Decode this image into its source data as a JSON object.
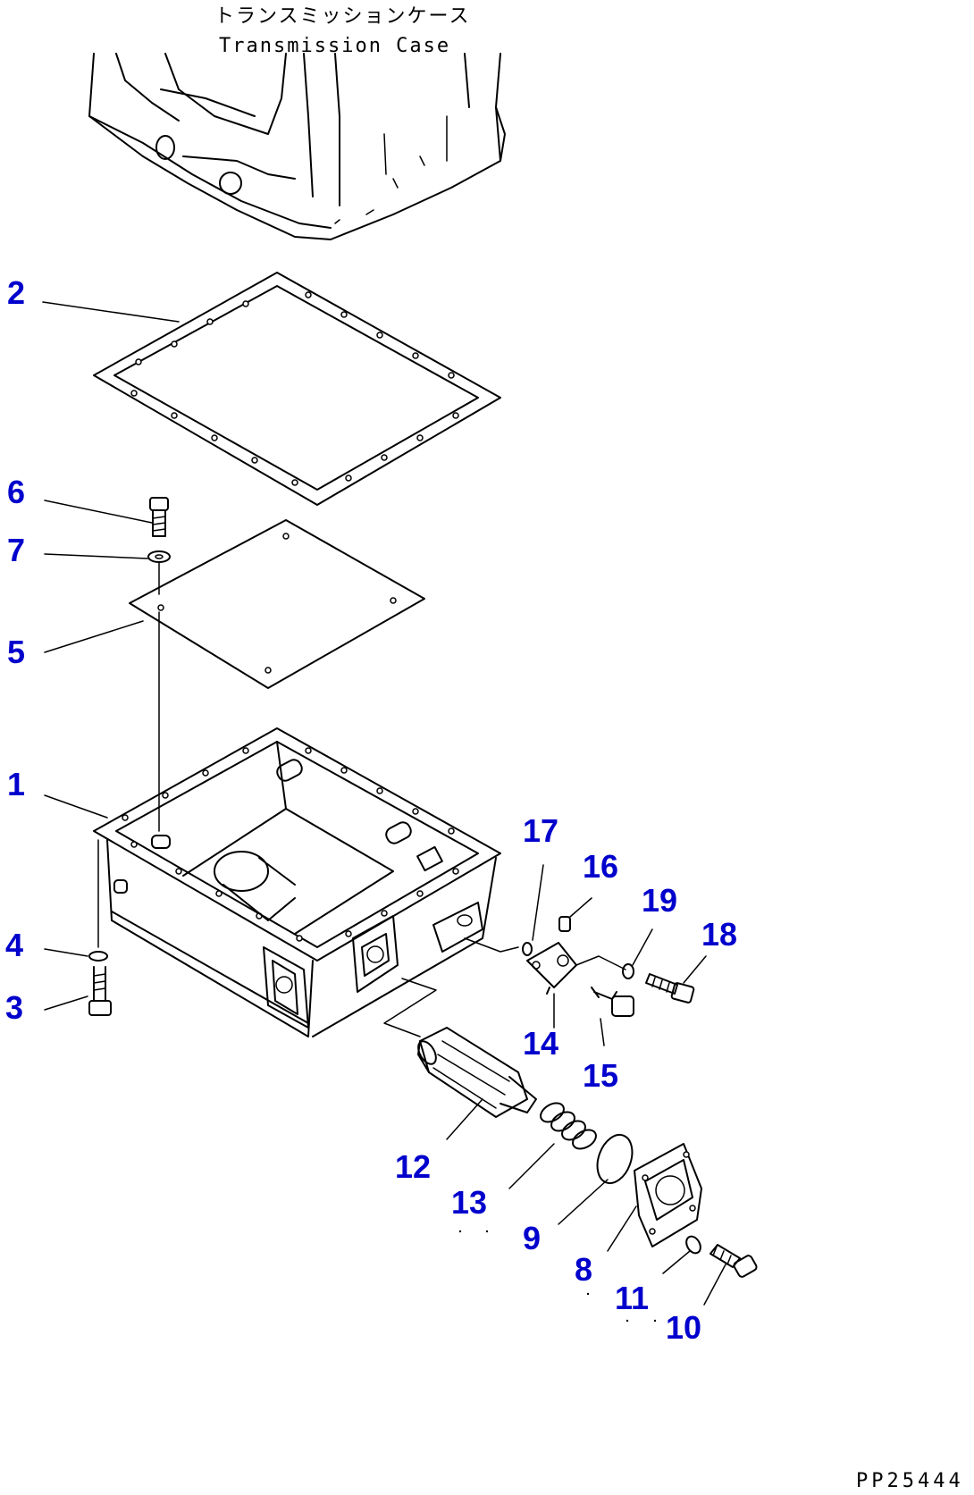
{
  "title_jp": "トランスミッションケース",
  "title_en": "Transmission Case",
  "drawing_code": "PP25444",
  "label_color": "#0000cc",
  "callouts": [
    {
      "id": "1",
      "text": "1"
    },
    {
      "id": "2",
      "text": "2"
    },
    {
      "id": "3",
      "text": "3"
    },
    {
      "id": "4",
      "text": "4"
    },
    {
      "id": "5",
      "text": "5"
    },
    {
      "id": "6",
      "text": "6"
    },
    {
      "id": "7",
      "text": "7"
    },
    {
      "id": "8",
      "text": "8"
    },
    {
      "id": "9",
      "text": "9"
    },
    {
      "id": "10",
      "text": "10"
    },
    {
      "id": "11",
      "text": "11"
    },
    {
      "id": "12",
      "text": "12"
    },
    {
      "id": "13",
      "text": "13"
    },
    {
      "id": "14",
      "text": "14"
    },
    {
      "id": "15",
      "text": "15"
    },
    {
      "id": "16",
      "text": "16"
    },
    {
      "id": "17",
      "text": "17"
    },
    {
      "id": "18",
      "text": "18"
    },
    {
      "id": "19",
      "text": "19"
    }
  ]
}
